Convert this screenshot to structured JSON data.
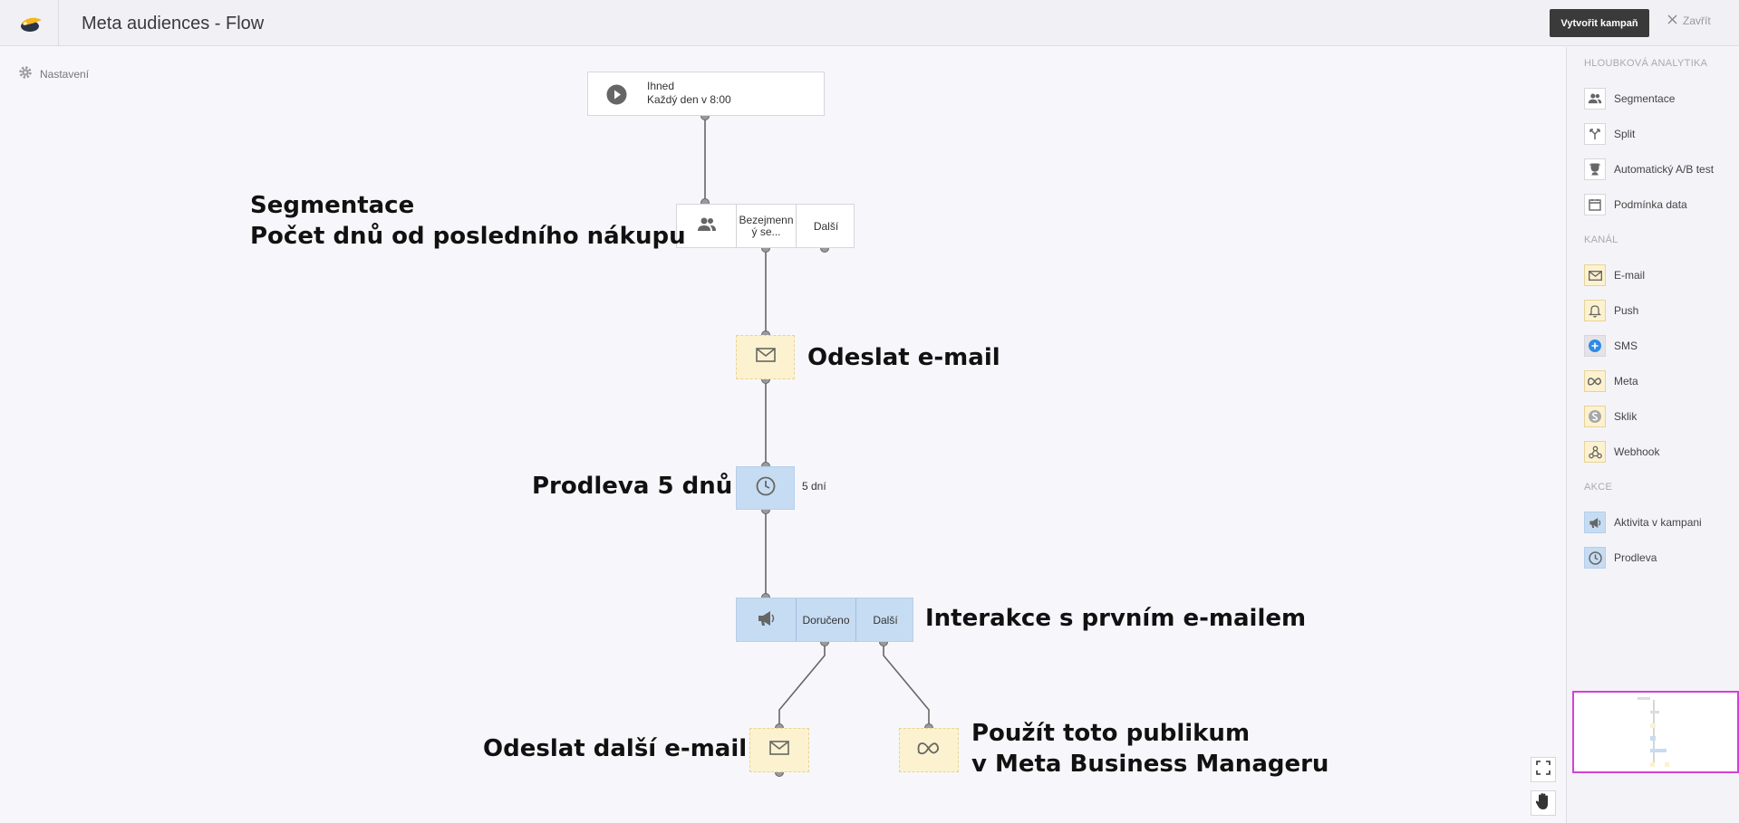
{
  "header": {
    "title": "Meta audiences - Flow",
    "create_button": "Vytvořit kampaň",
    "close_label": "Zavřít"
  },
  "settings_label": "Nastavení",
  "flow": {
    "trigger": {
      "line1": "Ihned",
      "line2": "Každý den v 8:00"
    },
    "segment_node": {
      "branch1": "Bezejmenn ý se...",
      "branch2": "Další"
    },
    "delay_node": {
      "label": "5 dní"
    },
    "activity_node": {
      "branch1": "Doručeno",
      "branch2": "Další"
    }
  },
  "annotations": {
    "segmentation_title": "Segmentace",
    "segmentation_subtitle": "Počet dnů od posledního nákupu",
    "send_email": "Odeslat e-mail",
    "delay": "Prodleva 5 dnů",
    "interaction": "Interakce s prvním e-mailem",
    "send_next_email": "Odeslat další e-mail",
    "use_audience_line1": "Použít toto publikum",
    "use_audience_line2": "v Meta Business Manageru"
  },
  "sidebar": {
    "sections": [
      {
        "title": "HLOUBKOVÁ ANALYTIKA",
        "items": [
          {
            "label": "Segmentace",
            "icon": "people-icon",
            "style": "white"
          },
          {
            "label": "Split",
            "icon": "split-icon",
            "style": "white"
          },
          {
            "label": "Automatický A/B test",
            "icon": "trophy-icon",
            "style": "white"
          },
          {
            "label": "Podmínka data",
            "icon": "calendar-icon",
            "style": "white"
          }
        ]
      },
      {
        "title": "KANÁL",
        "items": [
          {
            "label": "E-mail",
            "icon": "mail-icon",
            "style": "yellow"
          },
          {
            "label": "Push",
            "icon": "bell-icon",
            "style": "yellow"
          },
          {
            "label": "SMS",
            "icon": "sms-icon",
            "style": "grey"
          },
          {
            "label": "Meta",
            "icon": "meta-icon",
            "style": "yellow"
          },
          {
            "label": "Sklik",
            "icon": "sklik-icon",
            "style": "yellow"
          },
          {
            "label": "Webhook",
            "icon": "webhook-icon",
            "style": "yellow"
          }
        ]
      },
      {
        "title": "AKCE",
        "items": [
          {
            "label": "Aktivita v kampani",
            "icon": "megaphone-icon",
            "style": "blue"
          },
          {
            "label": "Prodleva",
            "icon": "clock-icon",
            "style": "blue"
          }
        ]
      }
    ]
  },
  "colors": {
    "channel_node": "#fdf2cf",
    "action_node": "#c6dcf2",
    "minimap_border": "#d640d6",
    "primary_button": "#3a3a3a"
  }
}
